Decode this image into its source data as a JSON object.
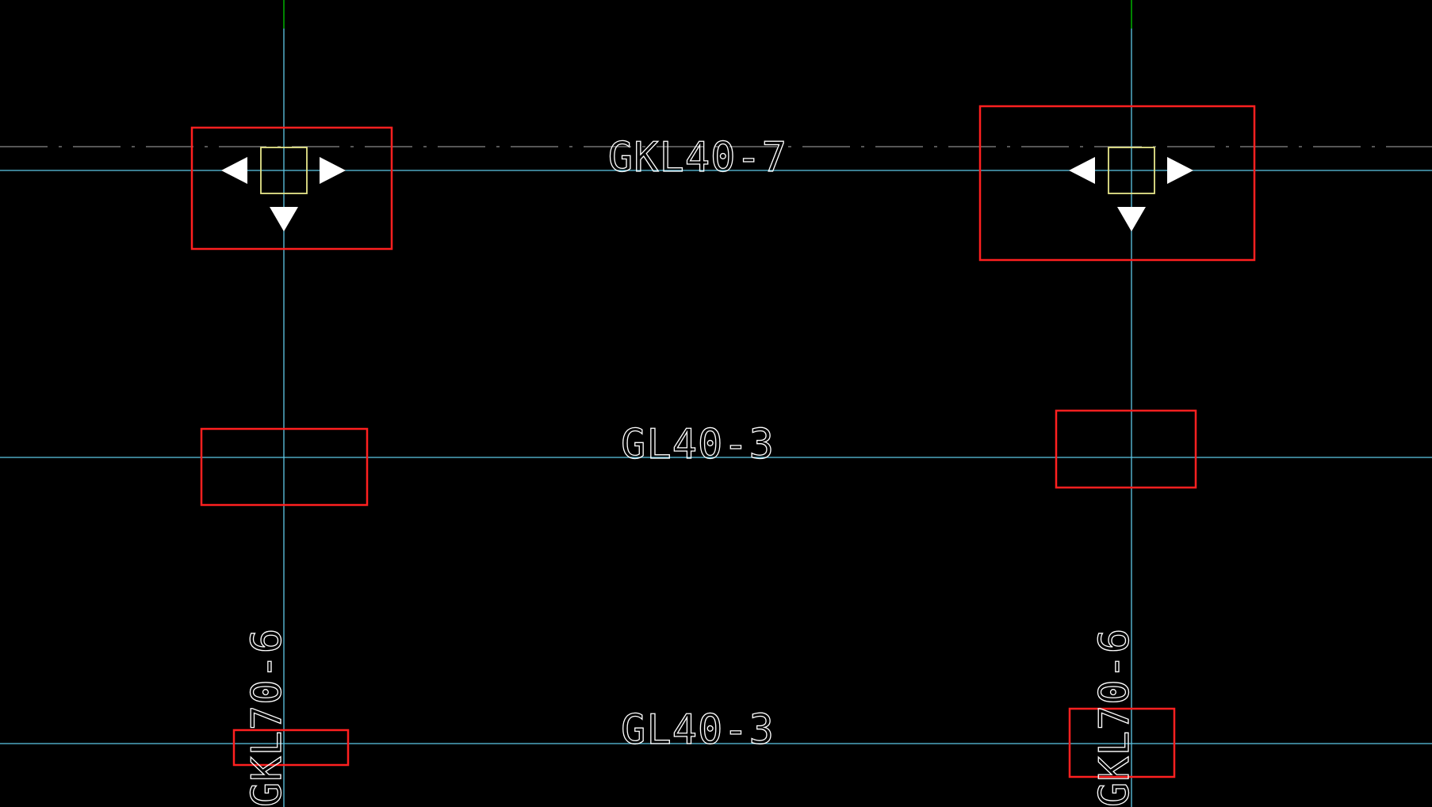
{
  "drawing": {
    "background_color": "#000000",
    "colors": {
      "beam_line": "#5ec8e6",
      "axis_center_line": "#8a8a8a",
      "grid_top_line": "#00b000",
      "highlight_box": "#ff2020",
      "column": "#e6e68a",
      "grip_marker": "#ffffff",
      "label_text": "#ffffff"
    },
    "labels": {
      "top_beam": "GKL40-7",
      "middle_beam": "GL40-3",
      "bottom_beam": "GL40-3",
      "left_column_beam": "GKL70-6",
      "right_column_beam": "GKL70-6"
    },
    "icons": {
      "grip_left": "triangle-left-icon",
      "grip_right": "triangle-right-icon",
      "grip_down": "triangle-down-icon",
      "column": "square-column-icon"
    }
  }
}
